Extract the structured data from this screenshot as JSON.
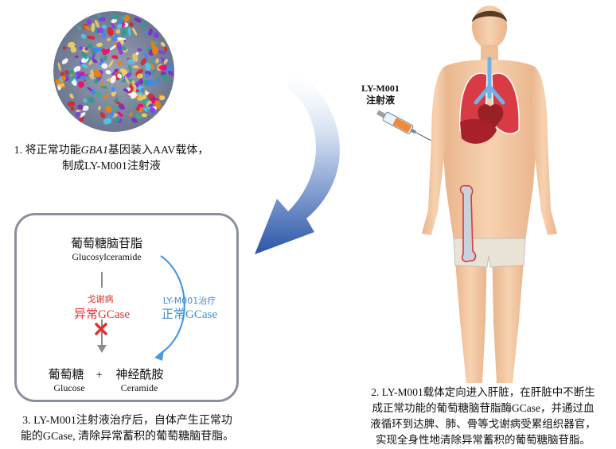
{
  "step1": {
    "num": "1.",
    "pre": "将正常功能",
    "gene": "GBA1",
    "post": "基因装入AAV载体，",
    "line2": "制成LY-M001注射液"
  },
  "injection_label": {
    "line1": "LY-M001",
    "line2": "注射液"
  },
  "box": {
    "substrate_cn": "葡萄糖脑苷脂",
    "substrate_en": "Glucosylceramide",
    "disease_label": "戈谢病",
    "abnormal_cn": "异常",
    "abnormal_en": "GCase",
    "treatment_label": "LY-M001治疗",
    "normal_cn": "正常",
    "normal_en": "GCase",
    "product1_cn": "葡萄糖",
    "plus": "+",
    "product2_cn": "神经酰胺",
    "product1_en": "Glucose",
    "product2_en": "Ceramide"
  },
  "step2": {
    "line1": "2. LY-M001载体定向进入肝脏，在肝脏中不断生",
    "line2": "成正常功能的葡萄糖脑苷脂酶GCase，并通过血",
    "line3": "液循环到达脾、肺、骨等戈谢病受累组织器官，",
    "line4": "实现全身性地清除异常蓄积的葡萄糖脑苷脂。"
  },
  "step3": {
    "line1": "3. LY-M001注射液治疗后，自体产生正常功",
    "line2": "能的GCase, 清除异常蓄积的葡萄糖脑苷脂。"
  },
  "colors": {
    "disease_red": "#e0312f",
    "treatment_blue": "#3d8ed6",
    "arrow_blue": "#2b55a8",
    "skin": "#f4c9a3",
    "box_border": "#8a8f9c"
  }
}
